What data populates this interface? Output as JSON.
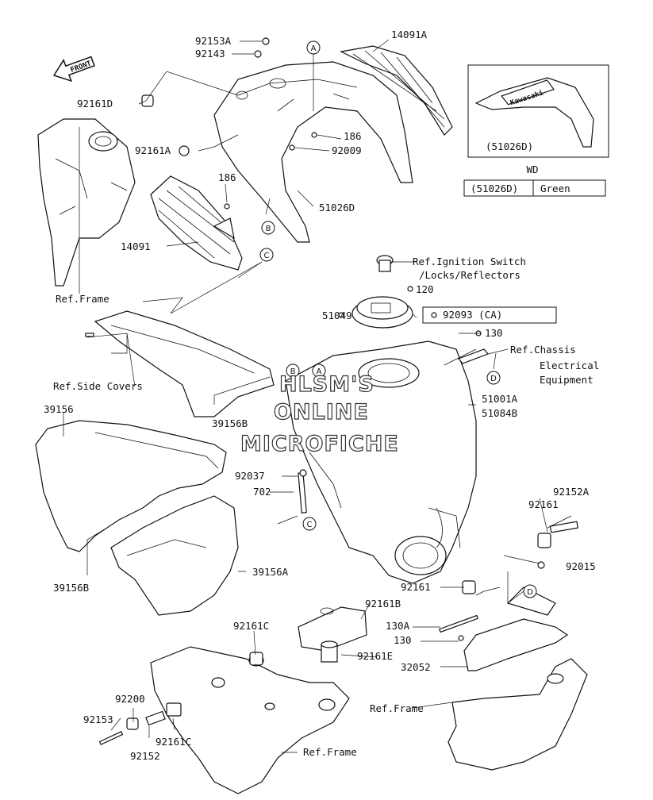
{
  "front_arrow": "FRONT",
  "watermark": [
    "HLSM'S",
    "ONLINE",
    "MICROFICHE"
  ],
  "callouts": {
    "a1": "A",
    "a2": "A",
    "b1": "B",
    "b2": "B",
    "c1": "C",
    "c2": "C",
    "d1": "D",
    "d2": "D"
  },
  "labels": {
    "p92153A": "92153A",
    "p92143": "92143",
    "p14091A": "14091A",
    "p92161D": "92161D",
    "p186a": "186",
    "p92161A": "92161A",
    "p92009": "92009",
    "p186b": "186",
    "p51026D": "51026D",
    "p14091": "14091",
    "ref_frame_1": "Ref.Frame",
    "ref_ign_1": "Ref.Ignition Switch",
    "ref_ign_2": "/Locks/Reflectors",
    "p120": "120",
    "p51049": "51049",
    "p92093": "92093 (CA)",
    "p130a": "130",
    "ref_chassis_1": "Ref.Chassis",
    "ref_chassis_2": "Electrical",
    "ref_chassis_3": "Equipment",
    "ref_side": "Ref.Side Covers",
    "p51001A": "51001A",
    "p51084B": "51084B",
    "p39156": "39156",
    "p39156B_top": "39156B",
    "p92037": "92037",
    "p702": "702",
    "p92152A": "92152A",
    "p92161a": "92161",
    "p92015": "92015",
    "p39156B_bot": "39156B",
    "p39156A": "39156A",
    "p92161b": "92161",
    "p92161B": "92161B",
    "p92161C_a": "92161C",
    "p130A": "130A",
    "p130b": "130",
    "p92161E": "92161E",
    "p32052": "32052",
    "p92200": "92200",
    "ref_frame_2": "Ref.Frame",
    "p92153": "92153",
    "p92161C_b": "92161C",
    "p92152": "92152",
    "ref_frame_3": "Ref.Frame"
  },
  "inset": {
    "logo_text": "Kawasaki",
    "part_label": "(51026D)",
    "table_header": "WD",
    "table_rows": [
      {
        "part": "(51026D)",
        "color": "Green"
      }
    ]
  }
}
